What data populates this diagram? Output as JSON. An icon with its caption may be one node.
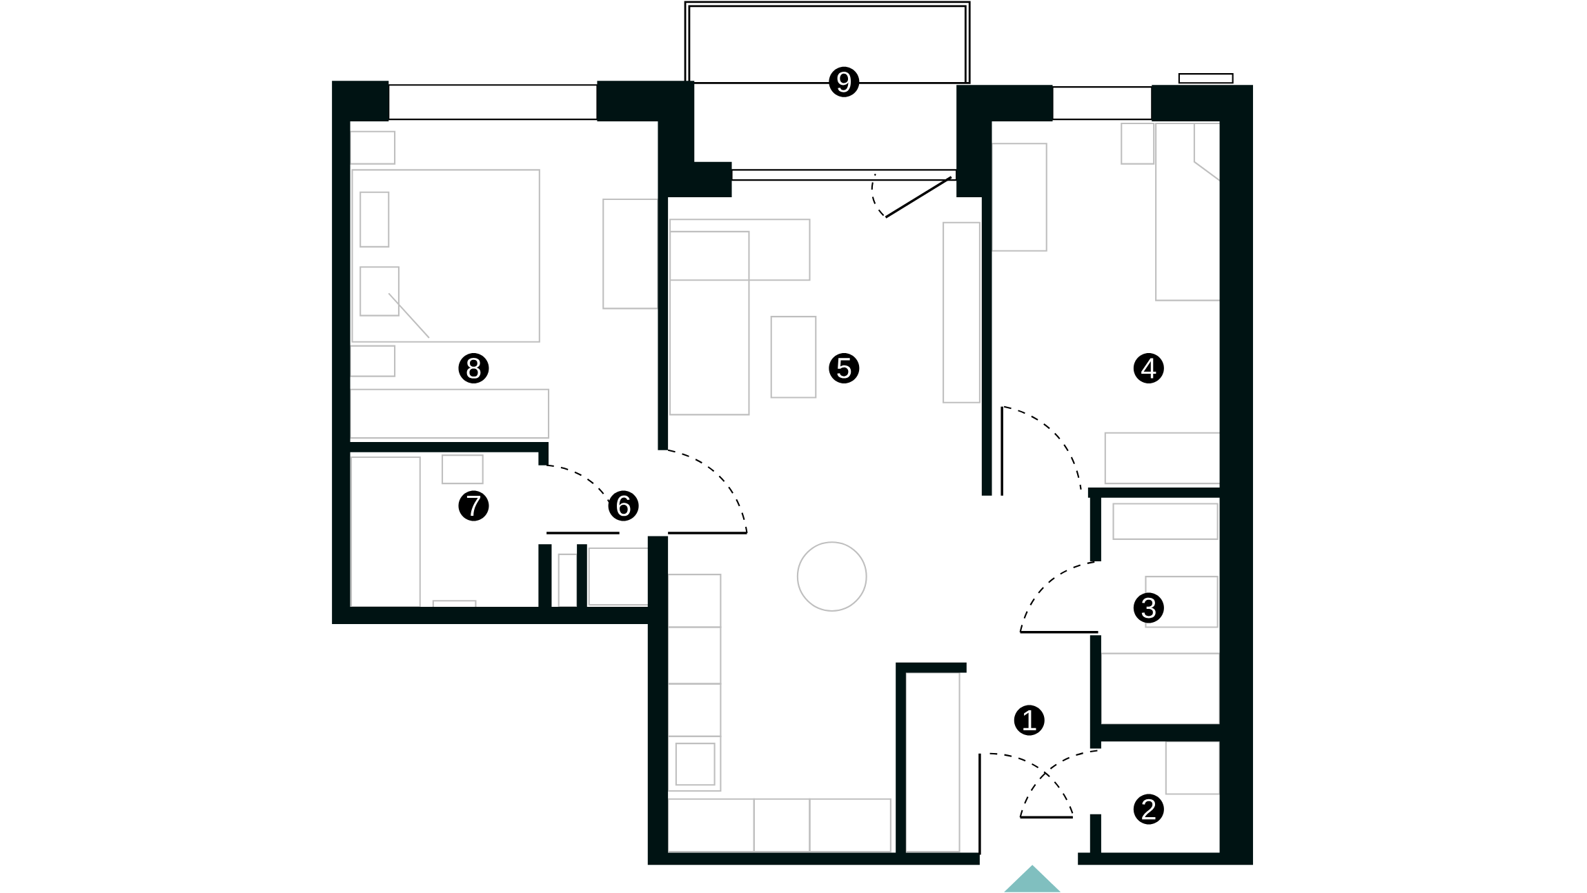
{
  "diagram": {
    "labels": [
      "9",
      "8",
      "5",
      "4",
      "7",
      "6",
      "3",
      "1",
      "2"
    ]
  }
}
